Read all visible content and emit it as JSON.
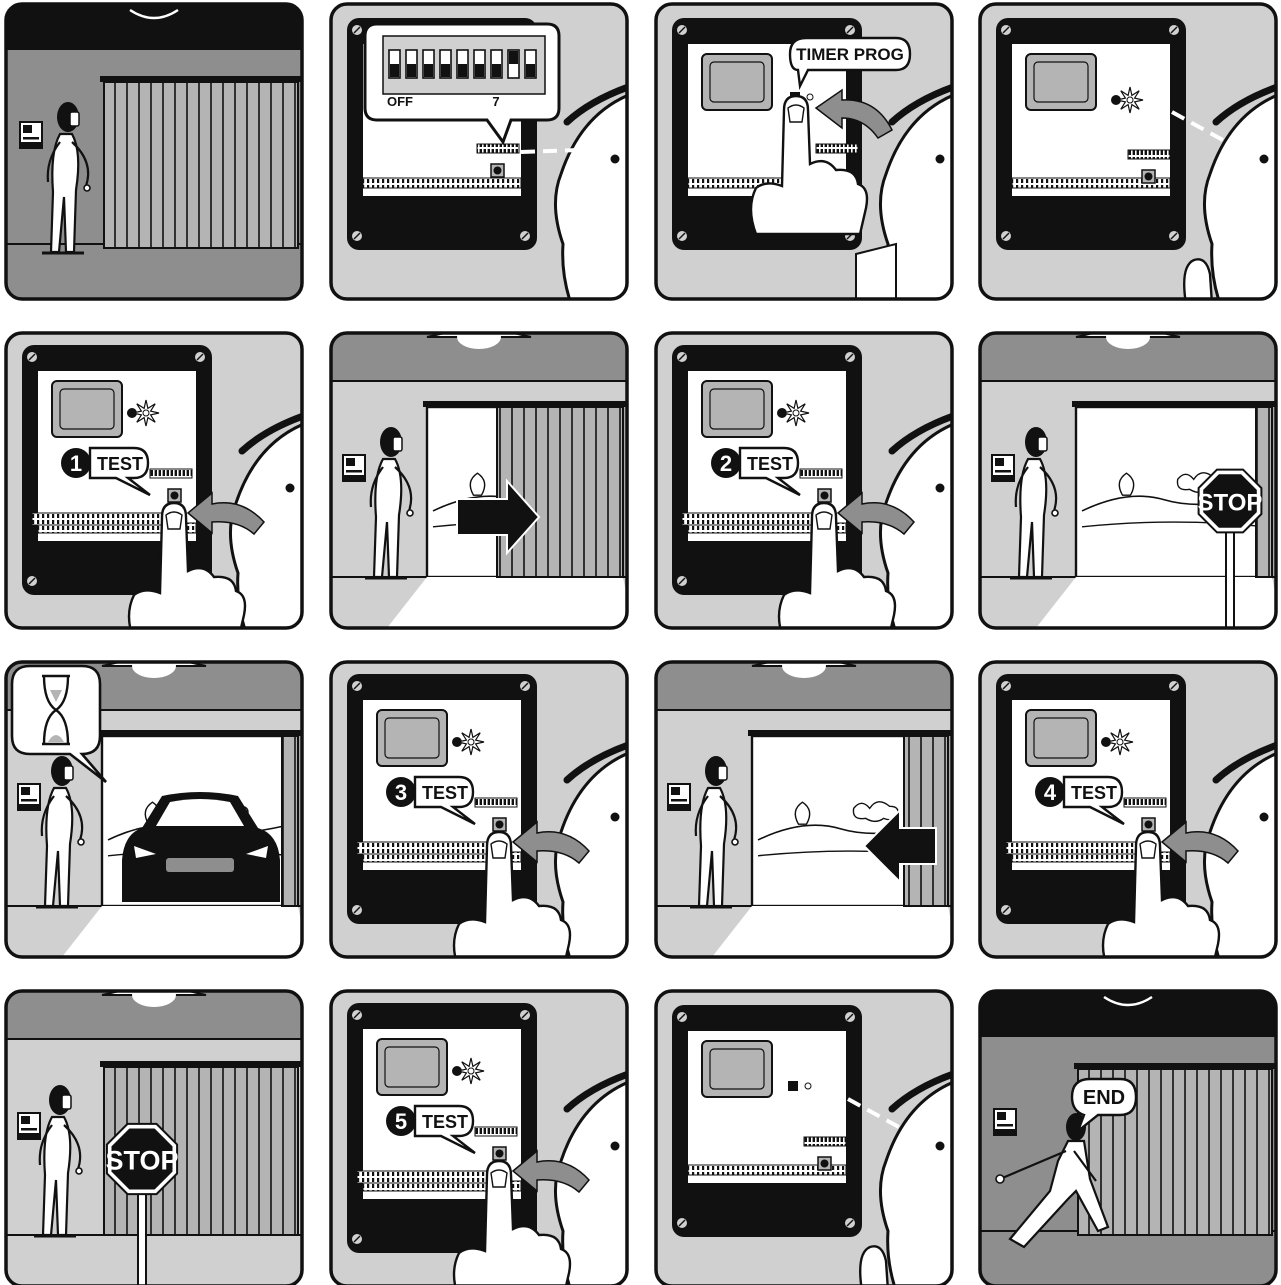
{
  "panels": [
    {
      "step": 1,
      "scene": "garage-closed-dark"
    },
    {
      "step": 2,
      "scene": "dip-switch-zoom"
    },
    {
      "step": 3,
      "scene": "press-timer-prog"
    },
    {
      "step": 4,
      "scene": "led-flashing"
    },
    {
      "step": 5,
      "scene": "press-test",
      "test_number": "1"
    },
    {
      "step": 6,
      "scene": "door-opening"
    },
    {
      "step": 7,
      "scene": "press-test",
      "test_number": "2"
    },
    {
      "step": 8,
      "scene": "door-open-stop"
    },
    {
      "step": 9,
      "scene": "car-wait"
    },
    {
      "step": 10,
      "scene": "press-test",
      "test_number": "3"
    },
    {
      "step": 11,
      "scene": "door-closing"
    },
    {
      "step": 12,
      "scene": "press-test",
      "test_number": "4"
    },
    {
      "step": 13,
      "scene": "door-closed-stop"
    },
    {
      "step": 14,
      "scene": "press-test",
      "test_number": "5"
    },
    {
      "step": 15,
      "scene": "led-off"
    },
    {
      "step": 16,
      "scene": "end-walk"
    }
  ],
  "labels": {
    "dip_off": "OFF",
    "dip_seven": "7",
    "timer_prog": "TIMER PROG",
    "test": "TEST",
    "stop": "STOP",
    "end": "END"
  },
  "icons": {
    "hourglass": "hourglass-icon",
    "arrow_right": "arrow-right-icon",
    "arrow_left": "arrow-left-icon",
    "sun": "sun-icon",
    "finger": "pointing-finger-icon"
  },
  "colors": {
    "ink": "#111111",
    "panel_gray": "#d0d0d0",
    "dark_gray": "#8e8e8e",
    "mid_gray": "#b4b4b4",
    "white": "#ffffff"
  }
}
